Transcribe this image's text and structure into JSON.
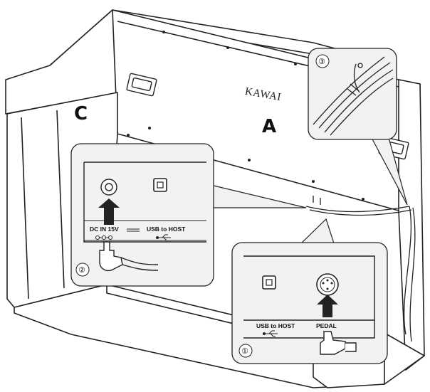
{
  "brand_logo": "KAWAI",
  "labels": {
    "part_a": "A",
    "part_c": "C"
  },
  "callouts": {
    "step_1": "①",
    "step_2": "②",
    "step_3": "③"
  },
  "ports": {
    "dc_in": "DC IN 15V",
    "usb_host_panel_2": "USB to HOST",
    "usb_host_panel_1": "USB to HOST",
    "pedal": "PEDAL"
  },
  "colors": {
    "line": "#222222",
    "fill": "#ffffff",
    "shade": "#e9e9e9",
    "callout_bg": "#f2f2f2"
  }
}
